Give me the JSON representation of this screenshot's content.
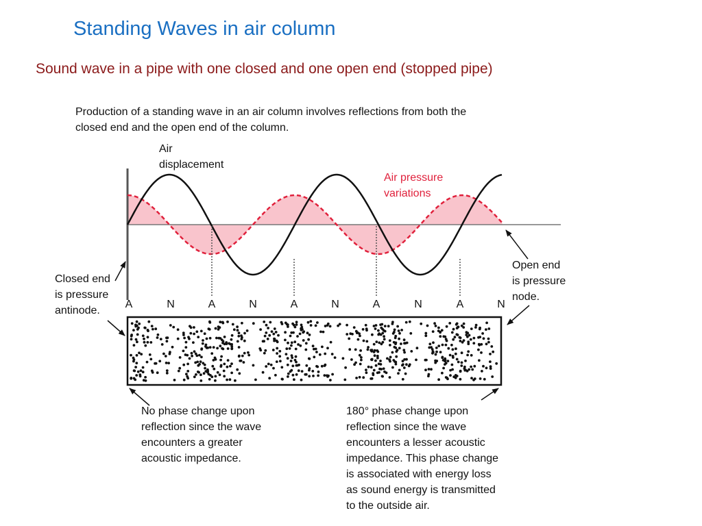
{
  "title": "Standing Waves in air column",
  "subtitle": "Sound wave in a pipe with one closed and one open end (stopped pipe)",
  "diagram": {
    "intro": [
      "Production of a standing wave in an air column involves reflections from both the",
      "closed end and the open end of the column."
    ],
    "air_displacement_label": [
      "Air",
      "displacement"
    ],
    "air_pressure_label": [
      "Air pressure",
      "variations"
    ],
    "closed_end_label": [
      "Closed end",
      "is pressure",
      "antinode."
    ],
    "open_end_label": [
      "Open end",
      "is pressure",
      "node."
    ],
    "node_labels": [
      "A",
      "N",
      "A",
      "N",
      "A",
      "N",
      "A",
      "N",
      "A",
      "N"
    ],
    "no_phase_change_text": [
      "No phase change upon",
      "reflection since the wave",
      "encounters a greater",
      "acoustic impedance."
    ],
    "phase_change_text": [
      "180° phase change upon",
      "reflection since the wave",
      "encounters a lesser acoustic",
      "impedance. This phase change",
      "is associated with energy loss",
      "as sound energy is transmitted",
      "to the outside air."
    ],
    "colors": {
      "title": "#1a6fc2",
      "subtitle": "#8b1a1a",
      "pressure_fill": "#f9c4cc",
      "pressure_line": "#e0213c",
      "displacement_line": "#111111"
    }
  }
}
